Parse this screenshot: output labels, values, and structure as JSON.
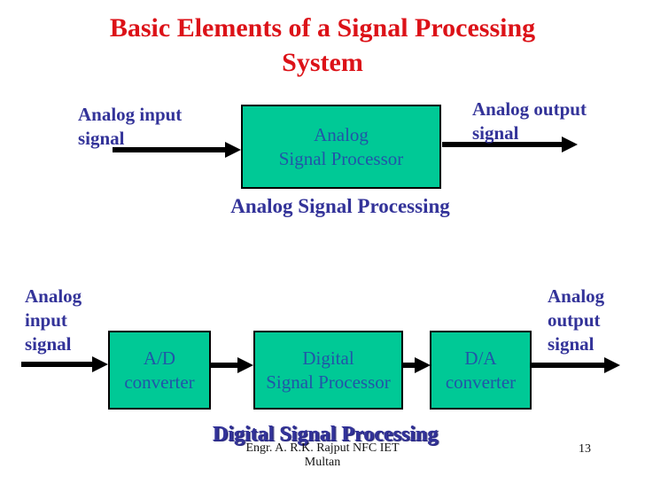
{
  "title": {
    "line1": "Basic Elements of a Signal Processing",
    "line2": "System"
  },
  "analog_flow": {
    "input_label": {
      "line1": "Analog input",
      "line2": "signal"
    },
    "processor_box": {
      "line1": "Analog",
      "line2": "Signal Processor"
    },
    "output_label": {
      "line1": "Analog output",
      "line2": "signal"
    },
    "caption": "Analog Signal Processing"
  },
  "digital_flow": {
    "input_label": {
      "line1": "Analog",
      "line2": "input",
      "line3": "signal"
    },
    "adc_box": {
      "line1": "A/D",
      "line2": "converter"
    },
    "dsp_box": {
      "line1": "Digital",
      "line2": "Signal Processor"
    },
    "dac_box": {
      "line1": "D/A",
      "line2": "converter"
    },
    "output_label": {
      "line1": "Analog",
      "line2": "output",
      "line3": "signal"
    },
    "caption": "Digital Signal Processing"
  },
  "footer": {
    "author": "Engr. A. R.K. Rajput NFC IET",
    "location": "Multan",
    "page_number": "13"
  },
  "colors": {
    "title_red": "#DC1218",
    "label_blue": "#333399",
    "box_text_blue": "#2155A8",
    "box_fill": "#00C996",
    "arrow_black": "#000000"
  }
}
